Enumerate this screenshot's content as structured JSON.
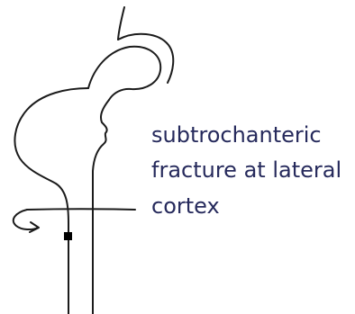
{
  "annotation": {
    "lines": [
      "subtrochanteric",
      "fracture at lateral",
      "cortex"
    ]
  },
  "colors": {
    "ink": "#1b1b1b",
    "annotation_text": "#262a5c"
  }
}
